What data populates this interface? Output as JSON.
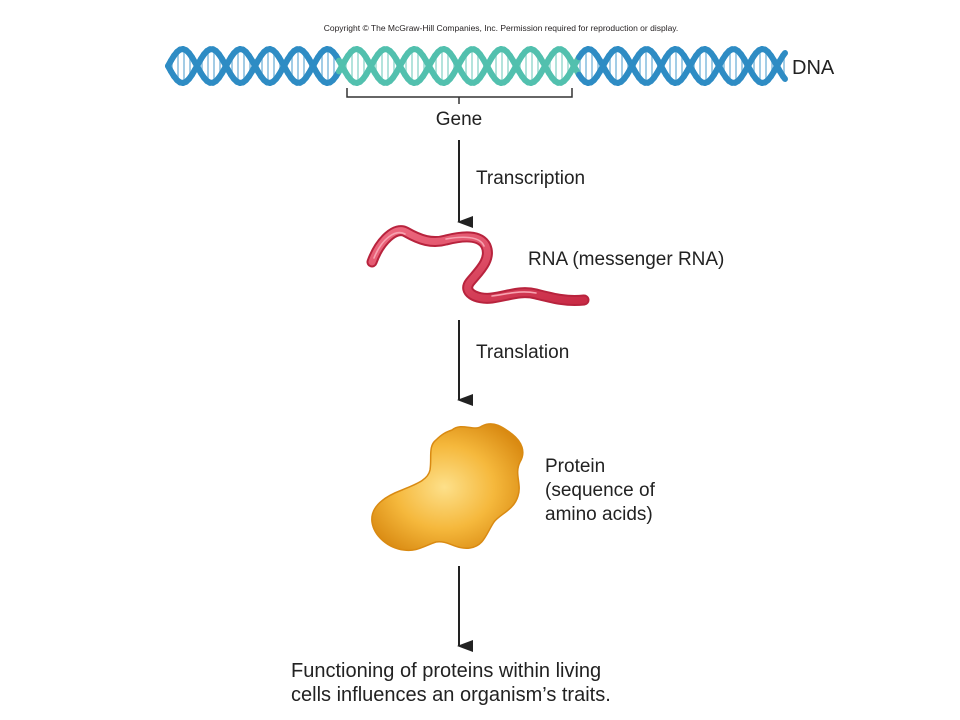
{
  "copyright": "Copyright © The McGraw-Hill Companies, Inc. Permission required for reproduction or display.",
  "labels": {
    "dna": "DNA",
    "gene": "Gene",
    "transcription": "Transcription",
    "rna": "RNA (messenger RNA)",
    "translation": "Translation",
    "protein": [
      "Protein",
      "(sequence of",
      "amino acids)"
    ],
    "footer": [
      "Functioning of proteins within living",
      "cells influences an organism’s traits."
    ]
  },
  "colors": {
    "dna_strand": "#2e8cc4",
    "gene_strand": "#52c0ae",
    "rna": "#e0405a",
    "protein": "#f2a72a",
    "arrow": "#222222"
  }
}
